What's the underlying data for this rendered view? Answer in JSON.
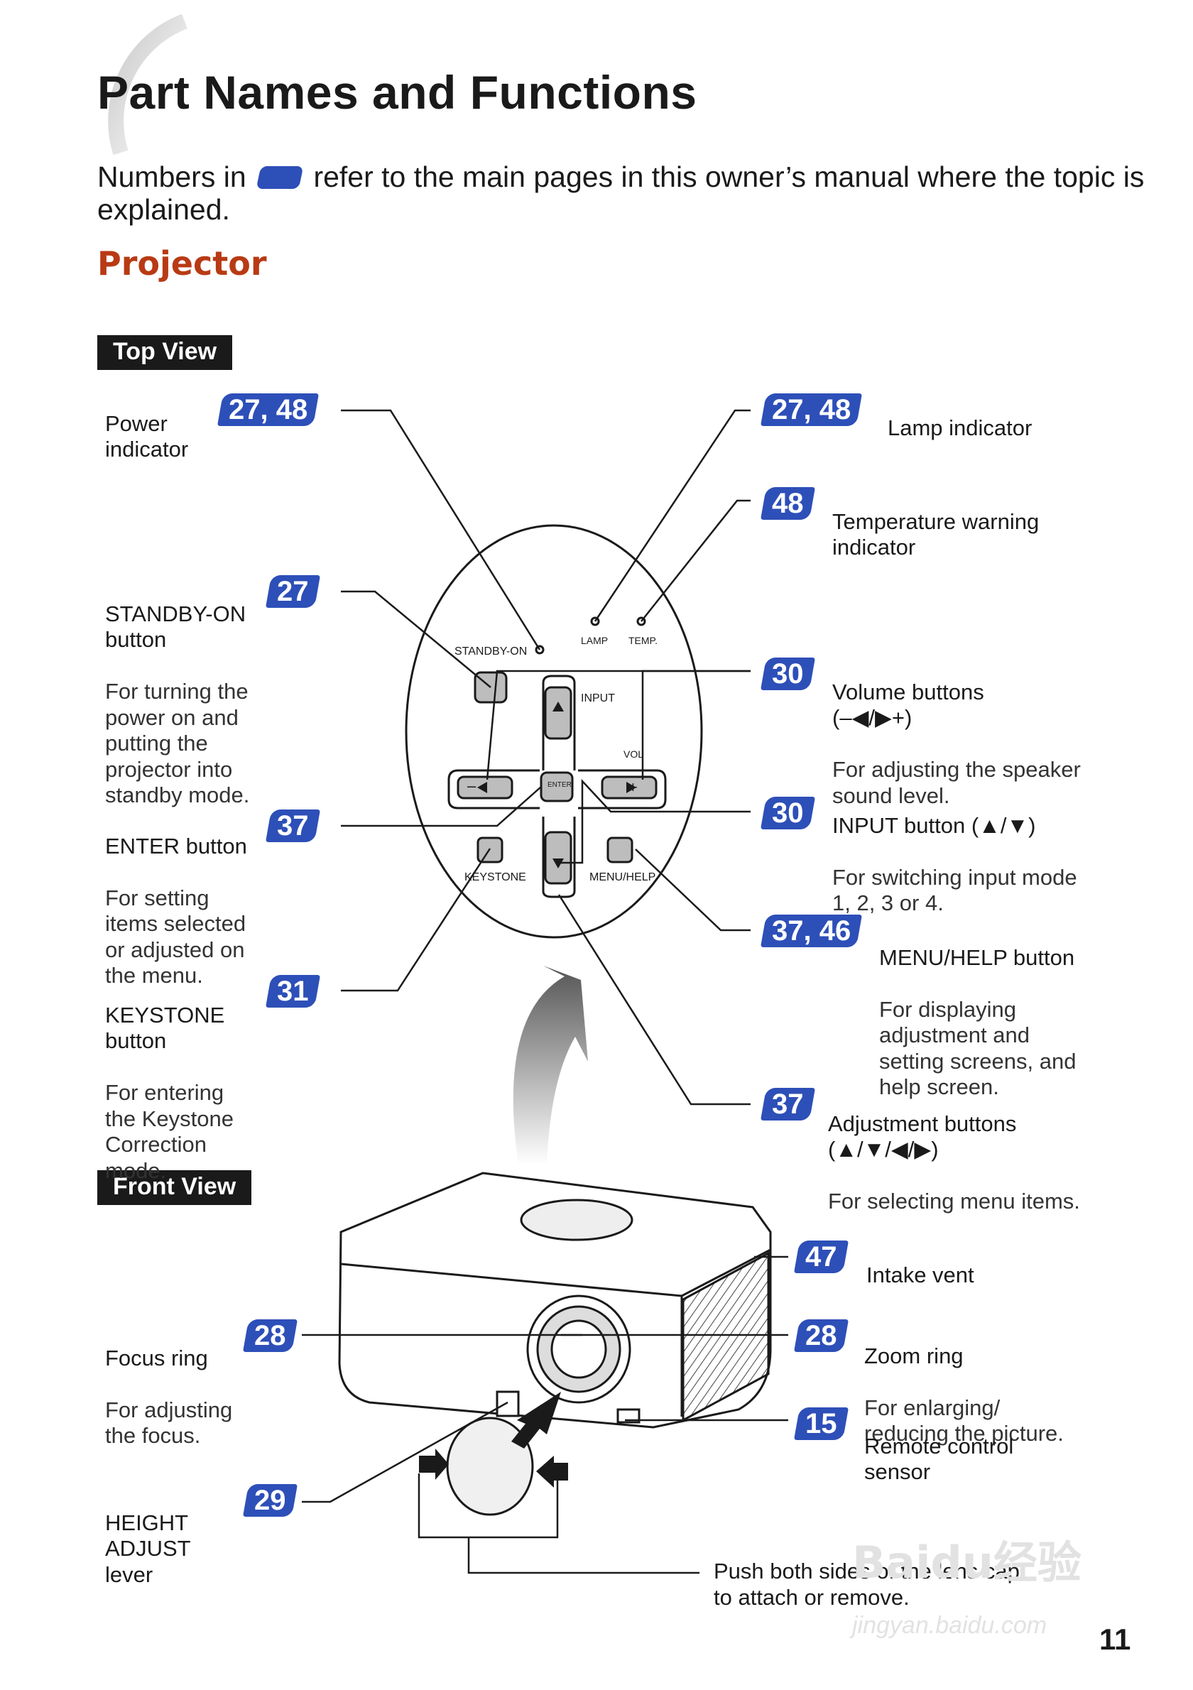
{
  "title": "Part Names and Functions",
  "intro": {
    "before": "Numbers in",
    "after": "refer to the main pages in this owner’s manual where the topic is explained."
  },
  "section": "Projector",
  "top_view": {
    "tag": "Top View",
    "items": [
      {
        "label": "Power\nindicator",
        "desc": "",
        "pages": "27, 48"
      },
      {
        "label": "STANDBY-ON\nbutton",
        "desc": "For turning the\npower on and\nputting the\nprojector into\nstandby mode.",
        "pages": "27"
      },
      {
        "label": "ENTER button",
        "desc": "For setting\nitems selected\nor adjusted on\nthe menu.",
        "pages": "37"
      },
      {
        "label": "KEYSTONE\nbutton",
        "desc": "For entering\nthe Keystone\nCorrection\nmode.",
        "pages": "31"
      },
      {
        "label": "Lamp indicator",
        "desc": "",
        "pages": "27, 48"
      },
      {
        "label": "Temperature warning\nindicator",
        "desc": "",
        "pages": "48"
      },
      {
        "label": "Volume buttons\n(–◀/▶+)",
        "desc": "For adjusting the speaker\nsound level.",
        "pages": "30"
      },
      {
        "label": "INPUT button (▲/▼)",
        "desc": "For switching input mode\n1, 2, 3 or 4.",
        "pages": "30"
      },
      {
        "label": "MENU/HELP button",
        "desc": "For displaying\nadjustment and\nsetting screens, and\nhelp screen.",
        "pages": "37, 46"
      },
      {
        "label": "Adjustment buttons\n(▲/▼/◀/▶)",
        "desc": "For selecting menu items.",
        "pages": "37"
      }
    ],
    "panel_labels": {
      "standby": "STANDBY-ON",
      "lamp": "LAMP",
      "temp": "TEMP.",
      "input": "INPUT",
      "vol": "VOL",
      "enter": "ENTER",
      "keystone": "KEYSTONE",
      "menu": "MENU/HELP"
    }
  },
  "front_view": {
    "tag": "Front View",
    "items": [
      {
        "label": "Focus ring",
        "desc": "For adjusting\nthe focus.",
        "pages": "28"
      },
      {
        "label": "HEIGHT\nADJUST\nlever",
        "desc": "",
        "pages": "29"
      },
      {
        "label": "Intake vent",
        "desc": "",
        "pages": "47"
      },
      {
        "label": "Zoom ring",
        "desc": "For enlarging/\nreducing the picture.",
        "pages": "28"
      },
      {
        "label": "Remote control\nsensor",
        "desc": "",
        "pages": "15"
      }
    ],
    "lens_cap_note": "Push both sides of the lens cap\nto attach or remove."
  },
  "page_number": "11",
  "watermark": "Baidu经验",
  "watermark_url": "jingyan.baidu.com",
  "colors": {
    "badge": "#2d4fb8",
    "section": "#b83a14",
    "tag": "#1a1a1a"
  }
}
